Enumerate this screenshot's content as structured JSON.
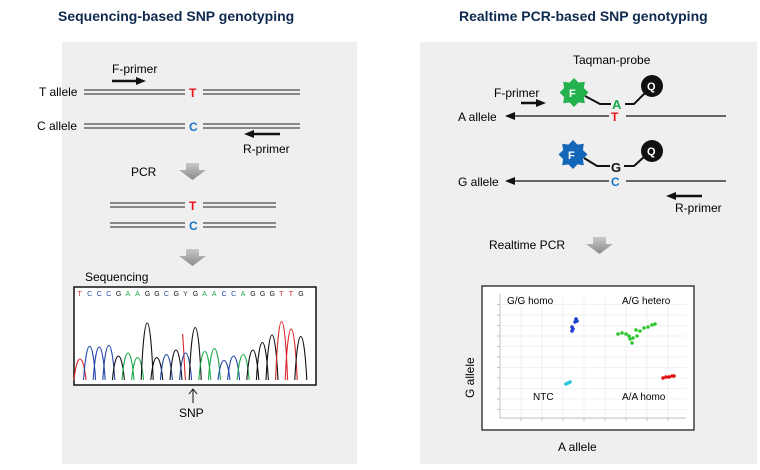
{
  "left": {
    "title": "Sequencing-based SNP genotyping",
    "f_primer": "F-primer",
    "r_primer": "R-primer",
    "t_allele": "T allele",
    "c_allele": "C allele",
    "base_t": "T",
    "base_c": "C",
    "pcr": "PCR",
    "sequencing": "Sequencing",
    "snp": "SNP",
    "sequence_letters": [
      "T",
      "C",
      "C",
      "C",
      "G",
      "A",
      "A",
      "G",
      "G",
      "C",
      "G",
      "Y",
      "G",
      "A",
      "A",
      "C",
      "C",
      "A",
      "G",
      "G",
      "G",
      "T",
      "T",
      "G"
    ]
  },
  "right": {
    "title": "Realtime PCR-based SNP genotyping",
    "taqman_probe": "Taqman-probe",
    "f_primer": "F-primer",
    "r_primer": "R-primer",
    "a_allele": "A allele",
    "g_allele": "G allele",
    "fam_label": "F",
    "quencher_label": "Q",
    "probe_base_a": "A",
    "probe_base_g": "G",
    "template_t": "T",
    "template_c": "C",
    "realtime_pcr": "Realtime PCR",
    "plot": {
      "gg_homo": "G/G homo",
      "ag_hetero": "A/G hetero",
      "ntc": "NTC",
      "aa_homo": "A/A homo",
      "y_label": "G allele",
      "x_label": "A allele"
    }
  },
  "colors": {
    "title": "#0f2a4f",
    "panel": "#efefef",
    "base_t": "#e8141b",
    "base_c": "#1a73c9",
    "probe_a": "#1aa84a",
    "fam_green": "#22b14c",
    "fam_blue": "#1467b8",
    "trace_a": "#1aa84a",
    "trace_c": "#2346a8",
    "trace_g": "#111111",
    "trace_t": "#d9262c",
    "cluster_gg": "#1f3fcf",
    "cluster_ag": "#2ec52e",
    "cluster_ntc": "#21c5e0",
    "cluster_aa": "#e01010"
  }
}
